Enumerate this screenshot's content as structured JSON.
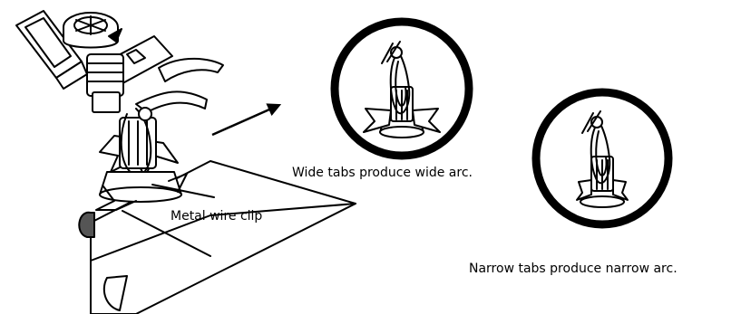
{
  "labels": {
    "metal_wire_clip": "Metal wire clip",
    "wide_tabs": "Wide tabs produce wide arc.",
    "narrow_tabs": "Narrow tabs produce narrow arc."
  },
  "colors": {
    "line": "#000000",
    "fill": "#ffffff",
    "plug": "#555555"
  },
  "icons": {
    "sprinkler": "impact-sprinkler-illustration",
    "wide_detail": "wide-tabs-detail-icon",
    "narrow_detail": "narrow-tabs-detail-icon",
    "arrow": "right-arrow-icon"
  }
}
